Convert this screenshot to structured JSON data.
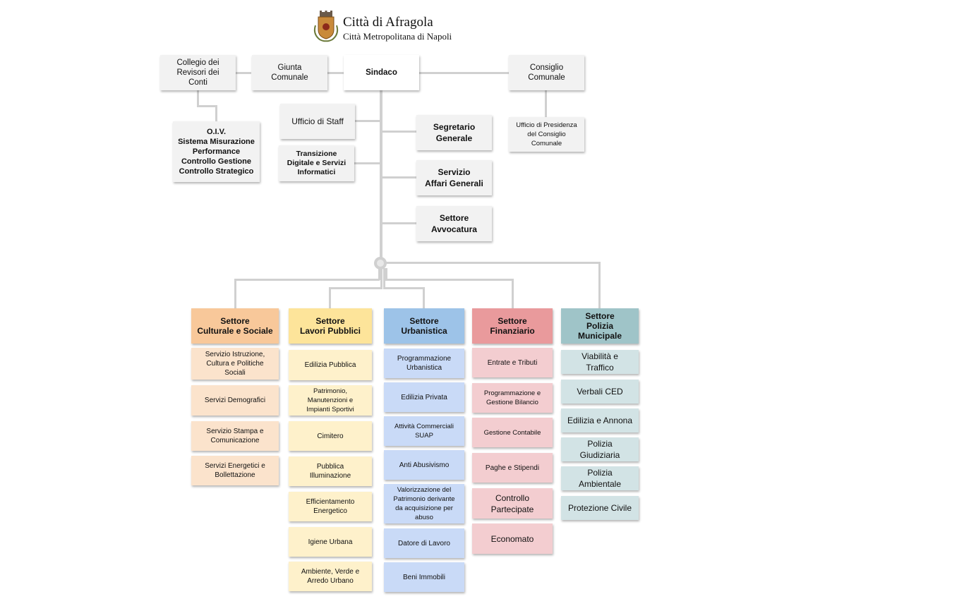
{
  "header": {
    "city": "Città di Afragola",
    "metro": "Città Metropolitana di Napoli",
    "logo_icon": "coat-of-arms-icon"
  },
  "top": {
    "collegio": "Collegio dei\nRevisori dei\nConti",
    "giunta": "Giunta\nComunale",
    "sindaco": "Sindaco",
    "consiglio": "Consiglio\nComunale",
    "oiv": "O.I.V.\nSistema Misurazione\nPerformance\nControllo Gestione\nControllo Strategico",
    "staff": "Ufficio di Staff",
    "transizione": "Transizione\nDigitale e Servizi\nInformatici",
    "segretario": "Segretario\nGenerale",
    "affari": "Servizio\nAffari Generali",
    "avvocatura": "Settore\nAvvocatura",
    "presidenza": "Ufficio di Presidenza\ndel Consiglio\nComunale"
  },
  "colors": {
    "connector": "#d0d0d0",
    "culturale_header": "#f8c89a",
    "culturale_item": "#fbe3cc",
    "lavori_header": "#fde49a",
    "lavori_item": "#fef1cb",
    "urbanistica_header": "#9dc3e8",
    "urbanistica_item": "#c9daf7",
    "finanziario_header": "#e99a9c",
    "finanziario_item": "#f3cdd0",
    "polizia_header": "#9fc4c8",
    "polizia_item": "#d2e3e5"
  },
  "sectors": [
    {
      "title": "Settore\nCulturale e Sociale",
      "items": [
        "Servizio Istruzione,\nCultura e Politiche\nSociali",
        "Servizi Demografici",
        "Servizio Stampa e\nComunicazione",
        "Servizi Energetici e\nBollettazione"
      ]
    },
    {
      "title": "Settore\nLavori Pubblici",
      "items": [
        "Edilizia Pubblica",
        "Patrimonio,\nManutenzioni e\nImpianti Sportivi",
        "Cimitero",
        "Pubblica\nIlluminazione",
        "Efficientamento\nEnergetico",
        "Igiene Urbana",
        "Ambiente, Verde e\nArredo Urbano"
      ]
    },
    {
      "title": "Settore\nUrbanistica",
      "items": [
        "Programmazione\nUrbanistica",
        "Edilizia Privata",
        "Attività Commerciali\nSUAP",
        "Anti Abusivismo",
        "Valorizzazione del\nPatrimonio derivante\nda acquisizione per\nabuso",
        "Datore di Lavoro",
        "Beni Immobili"
      ]
    },
    {
      "title": "Settore\nFinanziario",
      "items": [
        "Entrate e Tributi",
        "Programmazione e\nGestione Bilancio",
        "Gestione Contabile",
        "Paghe e Stipendi",
        "Controllo\nPartecipate",
        "Economato"
      ]
    },
    {
      "title": "Settore\nPolizia\nMunicipale",
      "items": [
        "Viabilità e\nTraffico",
        "Verbali CED",
        "Edilizia e Annona",
        "Polizia\nGiudiziaria",
        "Polizia\nAmbientale",
        "Protezione Civile"
      ]
    }
  ]
}
